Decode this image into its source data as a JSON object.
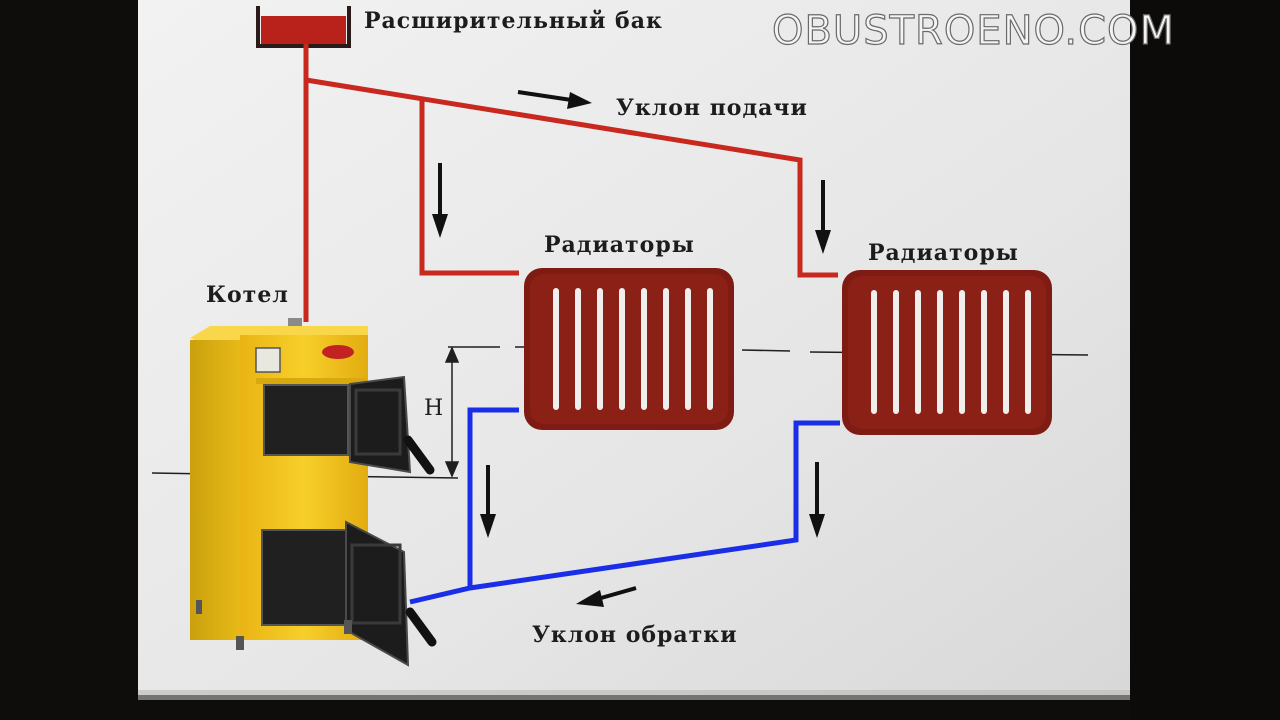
{
  "labels": {
    "expansion_tank": "Расширительный бак",
    "supply_slope": "Уклон подачи",
    "radiators_left": "Радиаторы",
    "radiators_right": "Радиаторы",
    "boiler": "Котел",
    "height": "H",
    "return_slope": "Уклон обратки"
  },
  "watermark": "OBUSTROENO.COM",
  "colors": {
    "supply_pipe": "#c8281e",
    "return_pipe": "#1a2ee8",
    "radiator": "#8a2016",
    "boiler_body": "#f2c21a",
    "slide_bg": "#eaeaea"
  }
}
